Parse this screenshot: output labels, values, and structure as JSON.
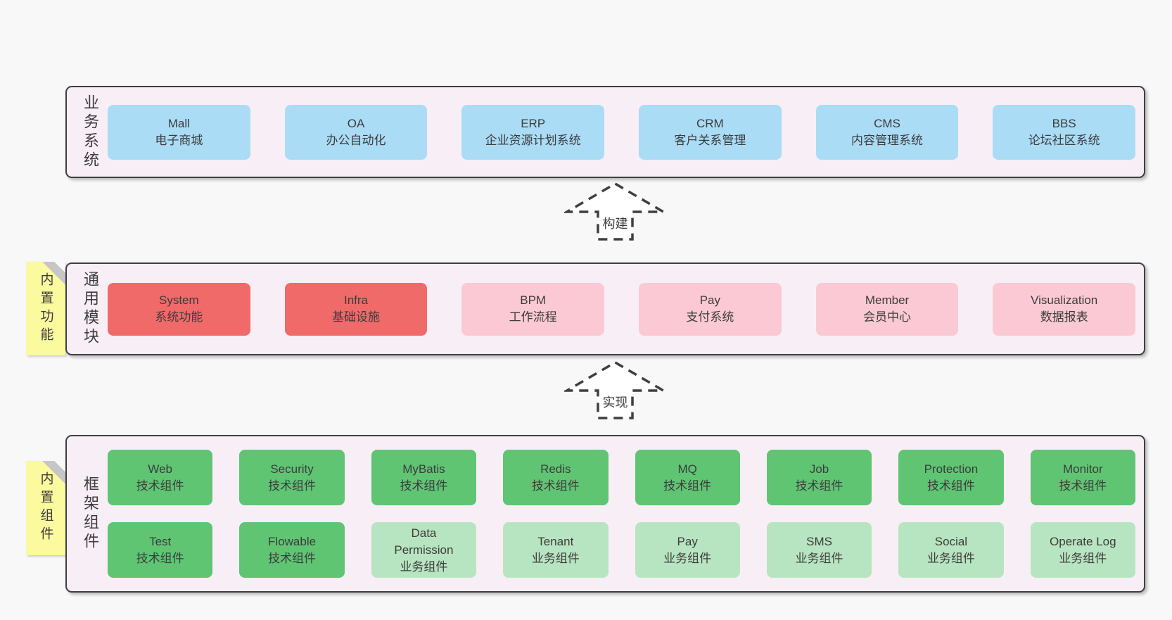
{
  "colors": {
    "page_bg": "#f8f8f8",
    "panel_bg": "#f8eef6",
    "panel_border": "#3f3f3f",
    "note_yellow": "#fbfa9e",
    "note_fold_gray": "#c6c6c6",
    "box_blue": "#aadcf6",
    "box_red": "#f06a6a",
    "box_pink": "#fbc9d4",
    "box_green": "#5fc573",
    "box_light_green": "#b8e5c1",
    "text": "#3c3c3c"
  },
  "notes": [
    {
      "label": "内置功能"
    },
    {
      "label": "内置组件"
    }
  ],
  "arrows": [
    {
      "label": "构建"
    },
    {
      "label": "实现"
    }
  ],
  "layers": [
    {
      "label": "业务系统",
      "rows": [
        [
          {
            "name": "Mall",
            "desc": "电子商城",
            "variant": "blue"
          },
          {
            "name": "OA",
            "desc": "办公自动化",
            "variant": "blue"
          },
          {
            "name": "ERP",
            "desc": "企业资源计划系统",
            "variant": "blue"
          },
          {
            "name": "CRM",
            "desc": "客户关系管理",
            "variant": "blue"
          },
          {
            "name": "CMS",
            "desc": "内容管理系统",
            "variant": "blue"
          },
          {
            "name": "BBS",
            "desc": "论坛社区系统",
            "variant": "blue"
          }
        ]
      ]
    },
    {
      "label": "通用模块",
      "rows": [
        [
          {
            "name": "System",
            "desc": "系统功能",
            "variant": "red"
          },
          {
            "name": "Infra",
            "desc": "基础设施",
            "variant": "red"
          },
          {
            "name": "BPM",
            "desc": "工作流程",
            "variant": "pink"
          },
          {
            "name": "Pay",
            "desc": "支付系统",
            "variant": "pink"
          },
          {
            "name": "Member",
            "desc": "会员中心",
            "variant": "pink"
          },
          {
            "name": "Visualization",
            "desc": "数据报表",
            "variant": "pink"
          }
        ]
      ]
    },
    {
      "label": "框架组件",
      "rows": [
        [
          {
            "name": "Web",
            "desc": "技术组件",
            "variant": "green"
          },
          {
            "name": "Security",
            "desc": "技术组件",
            "variant": "green"
          },
          {
            "name": "MyBatis",
            "desc": "技术组件",
            "variant": "green"
          },
          {
            "name": "Redis",
            "desc": "技术组件",
            "variant": "green"
          },
          {
            "name": "MQ",
            "desc": "技术组件",
            "variant": "green"
          },
          {
            "name": "Job",
            "desc": "技术组件",
            "variant": "green"
          },
          {
            "name": "Protection",
            "desc": "技术组件",
            "variant": "green"
          },
          {
            "name": "Monitor",
            "desc": "技术组件",
            "variant": "green"
          }
        ],
        [
          {
            "name": "Test",
            "desc": "技术组件",
            "variant": "green"
          },
          {
            "name": "Flowable",
            "desc": "技术组件",
            "variant": "green"
          },
          {
            "name": "Data\nPermission",
            "desc": "业务组件",
            "variant": "lightgreen"
          },
          {
            "name": "Tenant",
            "desc": "业务组件",
            "variant": "lightgreen"
          },
          {
            "name": "Pay",
            "desc": "业务组件",
            "variant": "lightgreen"
          },
          {
            "name": "SMS",
            "desc": "业务组件",
            "variant": "lightgreen"
          },
          {
            "name": "Social",
            "desc": "业务组件",
            "variant": "lightgreen"
          },
          {
            "name": "Operate Log",
            "desc": "业务组件",
            "variant": "lightgreen"
          }
        ]
      ]
    }
  ]
}
